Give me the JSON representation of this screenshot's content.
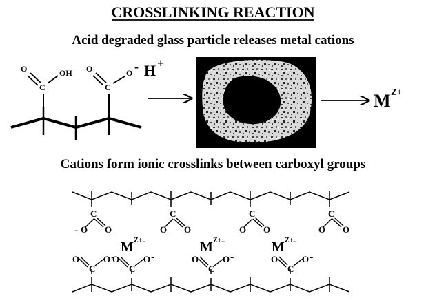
{
  "title": "CROSSLINKING REACTION",
  "subtitle_top": "Acid degraded glass particle releases metal cations",
  "subtitle_bottom": "Cations form ionic crosslinks between carboxyl groups",
  "acid_groups": {
    "left": {
      "o_top": "O",
      "c": "C",
      "oh": "OH"
    },
    "right": {
      "o_top": "O",
      "c": "C",
      "o": "O",
      "charge": "-"
    },
    "proton": "H",
    "proton_charge": "+"
  },
  "metal_product": {
    "symbol": "M",
    "charge": "Z+"
  },
  "crosslink": {
    "metal_symbol": "M",
    "metal_charge": "Z+",
    "carboxyl_o": "O",
    "carboxyl_c": "C",
    "carboxyl_charge": "-",
    "metal_ions": [
      "M",
      "M",
      "M"
    ]
  }
}
